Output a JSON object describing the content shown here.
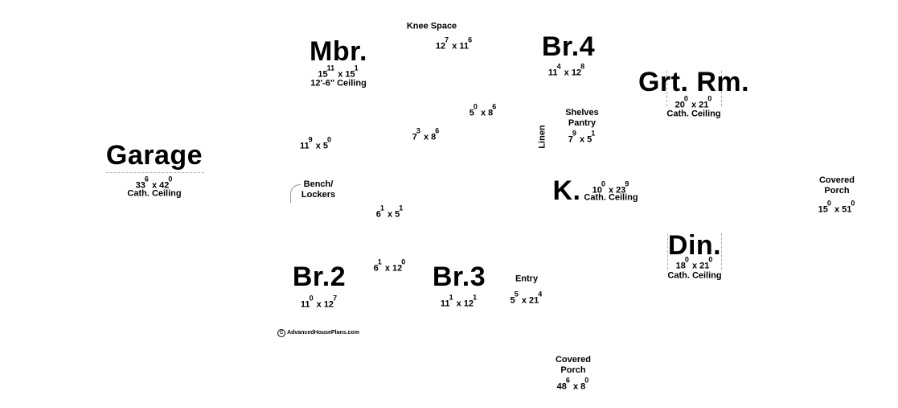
{
  "rooms": [
    {
      "id": "garage",
      "name": "Garage",
      "big": true,
      "dims": [
        "33",
        "6",
        "42",
        "0"
      ],
      "note": "Cath. Ceiling"
    },
    {
      "id": "mbr",
      "name": "Mbr.",
      "big": true,
      "dims": [
        "15",
        "11",
        "15",
        "1"
      ],
      "note": "12'-6\" Ceiling"
    },
    {
      "id": "knee",
      "name": "Knee Space",
      "big": false,
      "dims": [
        "12",
        "7",
        "11",
        "6"
      ]
    },
    {
      "id": "br4",
      "name": "Br.4",
      "big": true,
      "dims": [
        "11",
        "4",
        "12",
        "8"
      ]
    },
    {
      "id": "grt",
      "name": "Grt. Rm.",
      "big": true,
      "dims": [
        "20",
        "0",
        "21",
        "0"
      ],
      "note": "Cath. Ceiling"
    },
    {
      "id": "bath1",
      "dims": [
        "5",
        "0",
        "8",
        "6"
      ]
    },
    {
      "id": "bath2",
      "dims": [
        "7",
        "3",
        "8",
        "6"
      ]
    },
    {
      "id": "laundry",
      "dims": [
        "11",
        "9",
        "5",
        "0"
      ]
    },
    {
      "id": "pantry",
      "name": "Shelves\nPantry",
      "big": false,
      "dims": [
        "7",
        "9",
        "5",
        "1"
      ]
    },
    {
      "id": "kitchen",
      "name": "K.",
      "big": true,
      "dims": [
        "10",
        "0",
        "23",
        "9"
      ],
      "note": "Cath. Ceiling"
    },
    {
      "id": "porch_right",
      "name": "Covered\nPorch",
      "big": false,
      "dims": [
        "15",
        "0",
        "51",
        "0"
      ]
    },
    {
      "id": "bench",
      "name": "Bench/\nLockers",
      "big": false
    },
    {
      "id": "hall",
      "dims": [
        "6",
        "1",
        "5",
        "1"
      ]
    },
    {
      "id": "din",
      "name": "Din.",
      "big": true,
      "dims": [
        "18",
        "0",
        "21",
        "0"
      ],
      "note": "Cath. Ceiling"
    },
    {
      "id": "br2",
      "name": "Br.2",
      "big": true,
      "dims": [
        "11",
        "0",
        "12",
        "7"
      ]
    },
    {
      "id": "bath3",
      "dims": [
        "6",
        "1",
        "12",
        "0"
      ]
    },
    {
      "id": "br3",
      "name": "Br.3",
      "big": true,
      "dims": [
        "11",
        "1",
        "12",
        "1"
      ]
    },
    {
      "id": "entry",
      "name": "Entry",
      "big": false,
      "dims": [
        "5",
        "5",
        "21",
        "4"
      ]
    },
    {
      "id": "porch_bottom",
      "name": "Covered\nPorch",
      "big": false,
      "dims": [
        "48",
        "6",
        "8",
        "0"
      ]
    }
  ],
  "linen_label": "Linen",
  "copyright": {
    "symbol": "C",
    "text": "AdvancedHousePlans.com"
  }
}
